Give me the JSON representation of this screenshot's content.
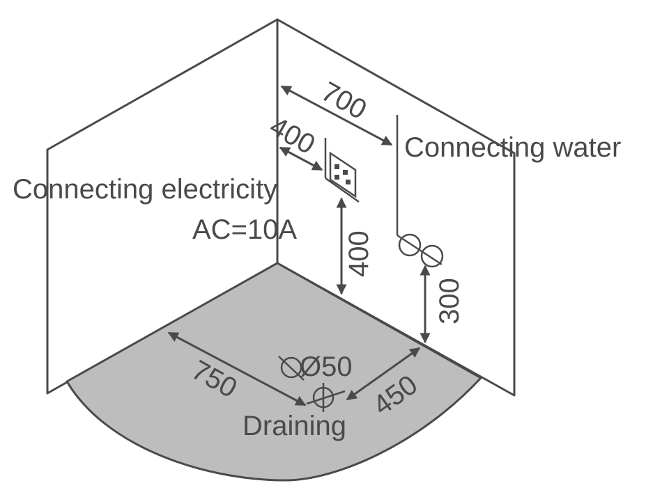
{
  "labels": {
    "electricity": "Connecting electricity",
    "current": "AC=10A",
    "water": "Connecting water",
    "draining": "Draining",
    "drain_diameter": "Ø50"
  },
  "dimensions": {
    "outlet_offset": "400",
    "water_offset": "700",
    "outlet_height": "400",
    "water_height": "300",
    "drain_left": "750",
    "drain_right": "450"
  },
  "colors": {
    "line": "#4a4a4a",
    "floor": "#bdbdbd",
    "background": "#ffffff"
  }
}
